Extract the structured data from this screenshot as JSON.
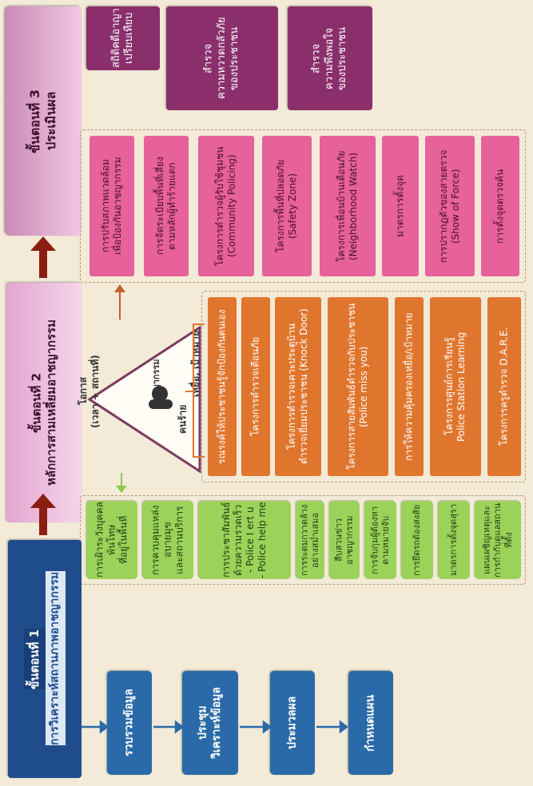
{
  "step1": {
    "title": "ขั้นตอนที่ 1",
    "subtitle": "การวิเคราะห์สถานภาพอาชญากรรม",
    "flow": [
      "รวบรวมข้อมูล",
      "ประชุม\nวิเคราะห์ข้อมูล",
      "ประมวลผล",
      "กำหนดแผน"
    ]
  },
  "step2": {
    "title": "ขั้นตอนที่ 2",
    "subtitle": "หลักการสามเหลี่ยมอาชญากรรม",
    "triangle": {
      "label_opportunity": "โอกาส\n(เวลา + สถานที่)",
      "label_offender": "คนร้าย",
      "label_crime": "อาชญากรรม",
      "label_victim": "เหยื่อ, เป้าหมาย"
    },
    "green_boxes": [
      "การเฝ้าระวังบุคคลพ้นโทษ\nที่อยู่ในพื้นที่",
      "การควบคุมแหล่งอบายมุข\nและสถานบริการ",
      "การประชาสัมพันธ์ด้วยความรวดเร็ว\n- Police I ert u\n- Police help me",
      "การระดมกวาดล้างอย่างสม่ำเสมอ",
      "สืบสวนข่าวอาชญากรรม",
      "การจับกุมผู้ต้องหาตามหมายจับ",
      "การยึดรถต้องสงสัย",
      "มาตรการตั้งจุดสุรา",
      "แผนเผชิญเหตุและ\nการกำกับดูแลสถานที่ตั้ง"
    ],
    "orange_boxes": [
      "รณรงค์ให้ประชาชนรู้จักป้องกันตนเอง",
      "โครงการตำรวจเตือนภัย",
      "โครงการตำรวจเคาะประตูบ้าน\nตำรวจเยี่ยมประชาชน (Knock Door)",
      "โครงการสายสัมพันธ์ตำรวจกับประชาชน\n(Police miss you)",
      "การให้ความคุ้มครองเหยื่อ/เป้าหมาย",
      "โครงการศูนย์การเรียนรู้\nPolice Station Learning",
      "โครงการครูตำรวจ D.A.R.E."
    ],
    "pink_boxes": [
      "การปรับสภาพแวดล้อม\nเพื่อป้องกันอาชญากรรม",
      "การจัดระเบียบพื้นที่เสี่ยง\nตามหลักผู้ทำร้ายแตก",
      "โครงการตำรวจผู้รับใช้ชุมชน\n(Community Policing)",
      "โครงการพื้นที่ปลอดภัย\n(Safety Zone)",
      "โครงการเพื่อนบ้านเตือนภัย\n(Neighborhood Watch)",
      "มาตรการตั้งจุด",
      "การปรากฏตัวของสายตรวจ\n(Show of Force)",
      "การตั้งจุดตรวจค้น"
    ]
  },
  "step3": {
    "title": "ขั้นตอนที่ 3",
    "subtitle": "ประเมินผล",
    "boxes": [
      "สถิติคดีอาญา\nเปรียบเทียบ",
      "สำรวจ\nความหวาดกลัวภัย\nของประชาชน",
      "สำรวจ\nความพึงพอใจ\nของประชาชน"
    ]
  },
  "colors": {
    "step_header": "#e9b8da",
    "blue": "#2a6aa8",
    "green": "#9bd35a",
    "orange": "#e0762e",
    "pink": "#e7619b",
    "plum": "#8a2f6c",
    "arrow": "#8b1e12"
  }
}
